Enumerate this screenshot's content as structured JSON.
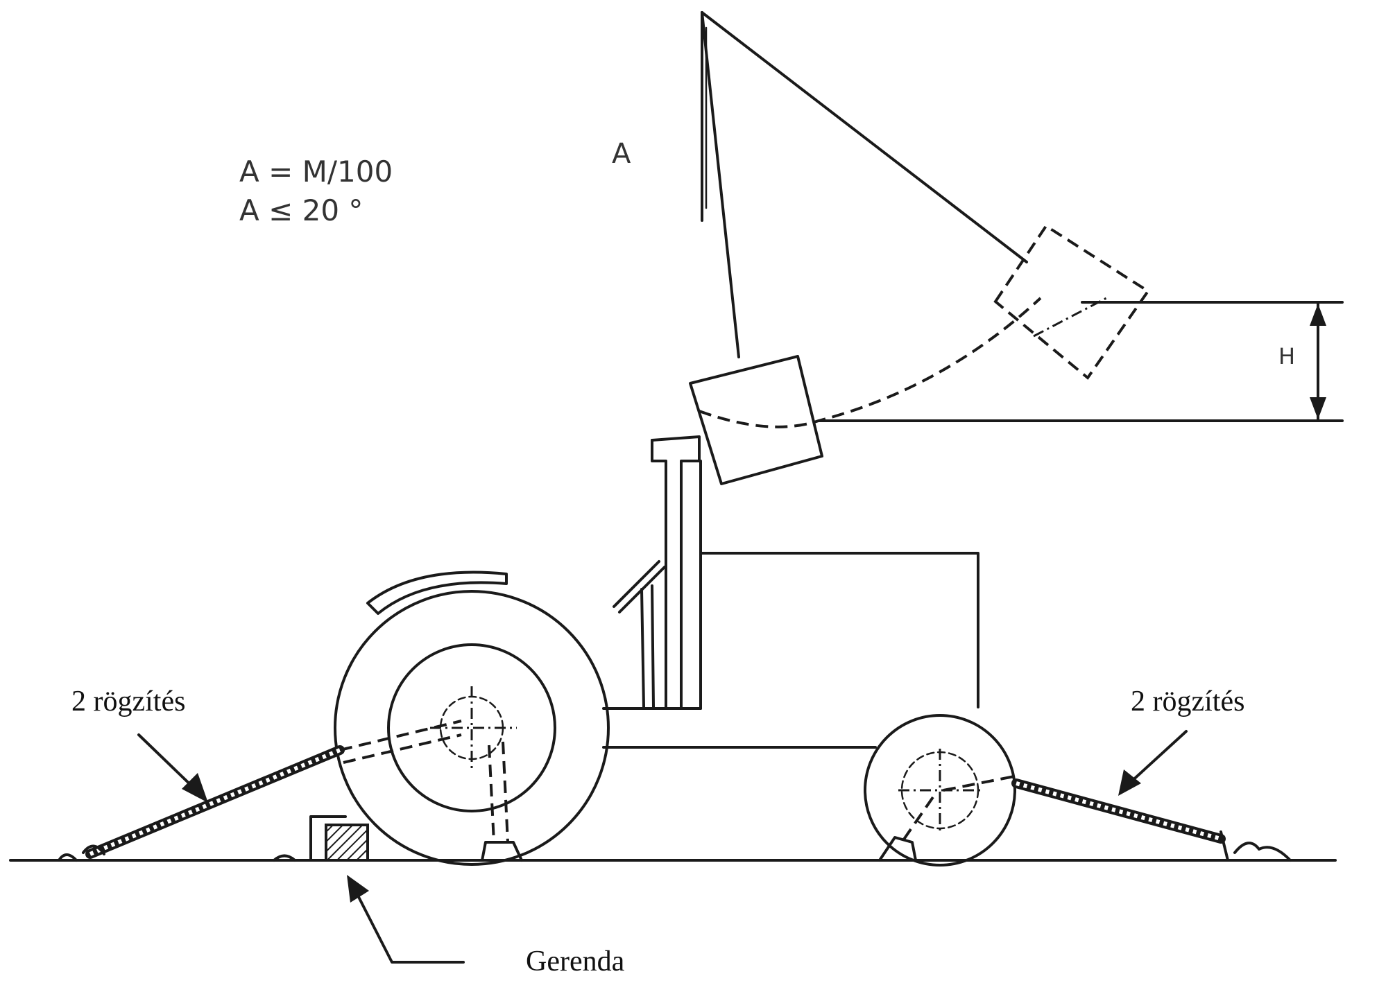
{
  "formula": {
    "line1": "A = M/100",
    "line2": "A ≤ 20 °"
  },
  "labels": {
    "angle": "A",
    "height": "H",
    "left_tiedown": "2 rögzítés",
    "right_tiedown": "2 rögzítés",
    "beam": "Gerenda"
  }
}
